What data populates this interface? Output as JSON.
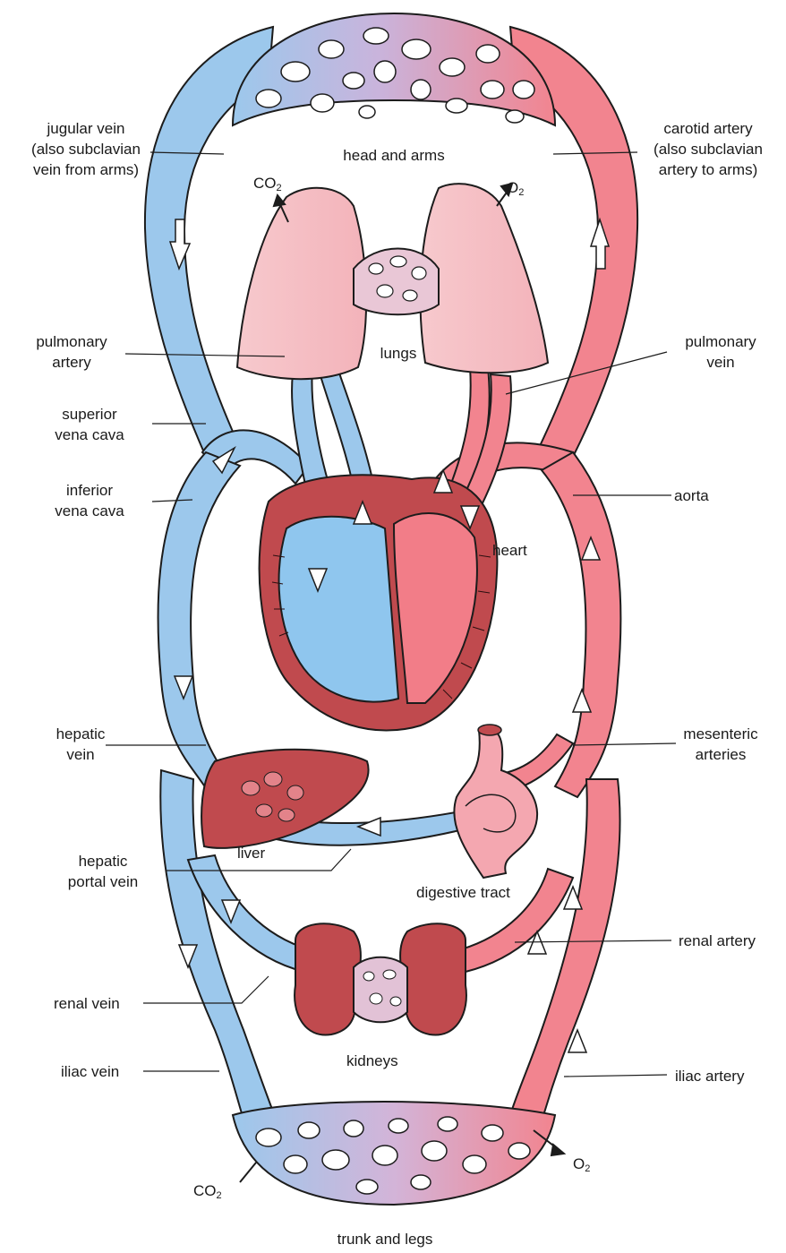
{
  "colors": {
    "vein_blue": "#9cc8ec",
    "artery_red": "#f2848f",
    "organ_red": "#c04a4e",
    "lung_pink": "#f6c2c7",
    "heart_blue": "#8fc6ee"
  },
  "labels": {
    "jugular_vein": "jugular vein\n(also subclavian\nvein from arms)",
    "carotid_artery": "carotid artery\n(also subclavian\nartery to arms)",
    "head_and_arms": "head and arms",
    "co2_top": "CO",
    "o2_top": "O",
    "lungs": "lungs",
    "pulmonary_artery": "pulmonary\nartery",
    "pulmonary_vein": "pulmonary\nvein",
    "superior_vena_cava": "superior\nvena cava",
    "inferior_vena_cava": "inferior\nvena cava",
    "aorta": "aorta",
    "heart": "heart",
    "hepatic_vein": "hepatic\nvein",
    "mesenteric_arteries": "mesenteric\narteries",
    "liver": "liver",
    "hepatic_portal_vein": "hepatic\nportal vein",
    "digestive_tract": "digestive tract",
    "renal_artery": "renal artery",
    "renal_vein": "renal vein",
    "kidneys": "kidneys",
    "iliac_vein": "iliac vein",
    "iliac_artery": "iliac artery",
    "co2_bottom": "CO",
    "o2_bottom": "O",
    "trunk_and_legs": "trunk and legs",
    "subscript_2": "2"
  }
}
